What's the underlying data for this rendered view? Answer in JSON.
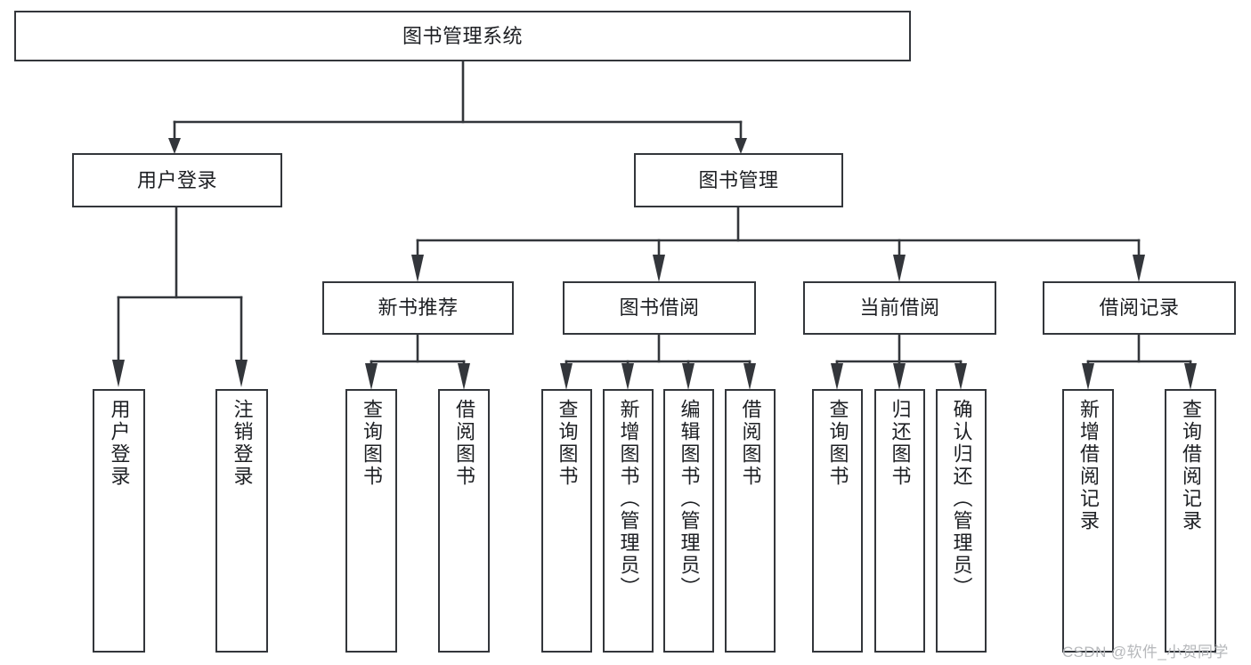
{
  "diagram": {
    "type": "hierarchy-tree",
    "title": "图书管理系统",
    "root": {
      "label": "图书管理系统"
    },
    "level2": [
      {
        "label": "用户登录"
      },
      {
        "label": "图书管理"
      }
    ],
    "level3": [
      {
        "label": "新书推荐"
      },
      {
        "label": "图书借阅"
      },
      {
        "label": "当前借阅"
      },
      {
        "label": "借阅记录"
      }
    ],
    "leaves": {
      "user_login": [
        {
          "label": "用户登录"
        },
        {
          "label": "注销登录"
        }
      ],
      "new_book_recommend": [
        {
          "label": "查询图书"
        },
        {
          "label": "借阅图书"
        }
      ],
      "book_borrow": [
        {
          "label": "查询图书"
        },
        {
          "label": "新增图书（管理员）"
        },
        {
          "label": "编辑图书（管理员）"
        },
        {
          "label": "借阅图书"
        }
      ],
      "current_borrow": [
        {
          "label": "查询图书"
        },
        {
          "label": "归还图书"
        },
        {
          "label": "确认归还（管理员）"
        }
      ],
      "borrow_record": [
        {
          "label": "新增借阅记录"
        },
        {
          "label": "查询借阅记录"
        }
      ]
    },
    "colors": {
      "stroke": "#33363b",
      "fill": "#ffffff",
      "text": "#1d1f23",
      "watermark": "#b6b8bb"
    }
  },
  "watermark": {
    "text": "CSDN @软件_小贺同学"
  }
}
